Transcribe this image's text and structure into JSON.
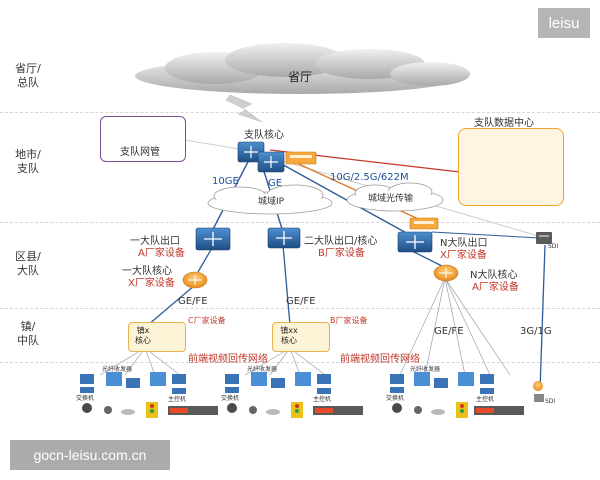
{
  "watermark_top": "leisu",
  "watermark_bottom": "gocn-leisu.com.cn",
  "tiers": {
    "province": "省厅/\n总队",
    "city": "地市/\n支队",
    "county": "区县/\n大队",
    "town": "镇/\n中队"
  },
  "cloud_province": "省厅",
  "mgmt_label": "支队网管",
  "core_label": "支队核心",
  "dc_label": "支队数据中心",
  "link_10ge": "10GE",
  "link_ge": "GE",
  "link_optical": "10G/2.5G/622M",
  "cloud_ip": "城域IP",
  "cloud_optical": "城域光传输",
  "sdi": "SDI",
  "brigade1_exit": "一大队出口",
  "brigade1_exit_vendor": "A厂家设备",
  "brigade1_core": "一大队核心",
  "brigade1_core_vendor": "X厂家设备",
  "brigade2_exit": "二大队出口/核心",
  "brigade2_vendor": "B厂家设备",
  "brigadeN_exit": "N大队出口",
  "brigadeN_exit_vendor": "X厂家设备",
  "brigadeN_core": "N大队核心",
  "brigadeN_core_vendor": "A厂家设备",
  "link_gefe": "GE/FE",
  "link_3g": "3G/1G",
  "town1_label": "镇x\n核心",
  "town1_vendor": "C厂家设备",
  "town2_label": "镇xx\n核心",
  "town2_vendor": "B厂家设备",
  "frontend_net": "前端视频回传网络",
  "device_switch": "交换机",
  "device_fiber": "光纤收发器",
  "device_ctrl": "主控机",
  "device_sdi": "SDI",
  "colors": {
    "blue_link": "#2e5c9a",
    "red_link": "#c0392b",
    "orange_link": "#e07b2a",
    "device_blue": "#2f6aa8",
    "device_orange": "#f0a234",
    "town_fill": "#fdf3d6"
  }
}
